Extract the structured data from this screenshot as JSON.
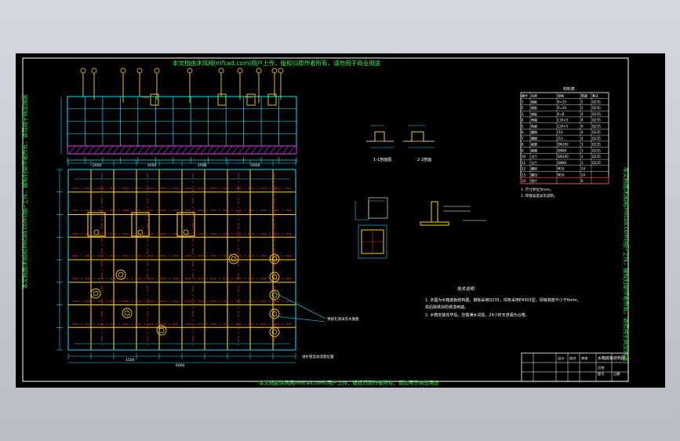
{
  "watermark_text": "本文档由沐风网(mfcad.com)用户上传，版权归原作者所有，请勿用于商业用途",
  "material_table": {
    "title": "材料表",
    "header": [
      "编号",
      "名称",
      "规格",
      "数量",
      "备注"
    ],
    "rows": [
      [
        "1",
        "钢板",
        "δ=10",
        "2",
        "Q235"
      ],
      [
        "2",
        "钢板",
        "δ=10",
        "2",
        "Q235"
      ],
      [
        "3",
        "钢板",
        "δ=8",
        "4",
        "Q235"
      ],
      [
        "4",
        "角钢",
        "L50×5",
        "4",
        "Q235"
      ],
      [
        "5",
        "角钢",
        "L50×5",
        "6",
        "Q235"
      ],
      [
        "6",
        "槽钢",
        "[10",
        "4",
        "Q235"
      ],
      [
        "7",
        "槽钢",
        "[10",
        "4",
        "Q235"
      ],
      [
        "8",
        "钢管",
        "DN100",
        "3",
        "Q235"
      ],
      [
        "9",
        "钢管",
        "DN80",
        "3",
        "Q235"
      ],
      [
        "10",
        "法兰",
        "DN100",
        "3",
        "Q235"
      ],
      [
        "11",
        "法兰",
        "DN80",
        "3",
        "Q235"
      ],
      [
        "12",
        "螺栓",
        "M16",
        "24",
        ""
      ],
      [
        "13",
        "螺母",
        "M16",
        "24",
        ""
      ],
      [
        "14",
        "垫片",
        "",
        "6",
        ""
      ]
    ]
  },
  "table_notes": [
    "1. 尺寸单位为mm。",
    "2. 焊缝高度详见说明。"
  ],
  "detail_labels": [
    "1-1剖面图",
    "2-2剖面"
  ],
  "notes": {
    "title": "技术说明",
    "lines": [
      "1. 本图为水箱底板结构图，钢板采用Q235，焊条采用E4303型，焊缝高度不小于6mm，",
      "   焊后除锈涂防锈漆两遍。",
      "2. 水箱安装完毕后，应做满水试验，24小时无渗漏为合格。"
    ]
  },
  "title_block": {
    "drawing_name": "水箱底板结构图",
    "cells": [
      "设计",
      "校对",
      "审核",
      "比例",
      "图号",
      "日期"
    ]
  },
  "dimension_labels": [
    "2000",
    "2000",
    "2000",
    "2000",
    "1500",
    "6000"
  ],
  "callouts": [
    "预留孔洞详见水施图",
    "进水管及溢流管位置"
  ],
  "colors": {
    "background": "#000000",
    "cyan": "#00e5ff",
    "yellow": "#ffd400",
    "red": "#ff2a2a",
    "magenta": "#e13cff",
    "white": "#ffffff",
    "green": "#22ff44"
  }
}
